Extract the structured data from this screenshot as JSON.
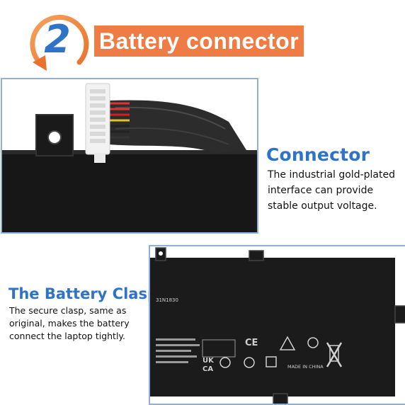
{
  "header": {
    "step_number": "2",
    "title": "Battery connector"
  },
  "connector": {
    "heading": "Connector",
    "description": "The industrial gold-plated interface can provide stable output voltage."
  },
  "clasp": {
    "heading": "The Battery Clasp",
    "description": "The secure clasp, same as original, makes the battery connect the laptop tightly."
  },
  "battery_label": {
    "model": "31N1830",
    "made_in": "MADE IN CHINA",
    "uk_mark": "UK",
    "ca_mark": "CA",
    "ce_mark": "CE"
  },
  "colors": {
    "banner": "#ef7b45",
    "heading": "#2f73c9",
    "frame": "#8fb0d6"
  }
}
